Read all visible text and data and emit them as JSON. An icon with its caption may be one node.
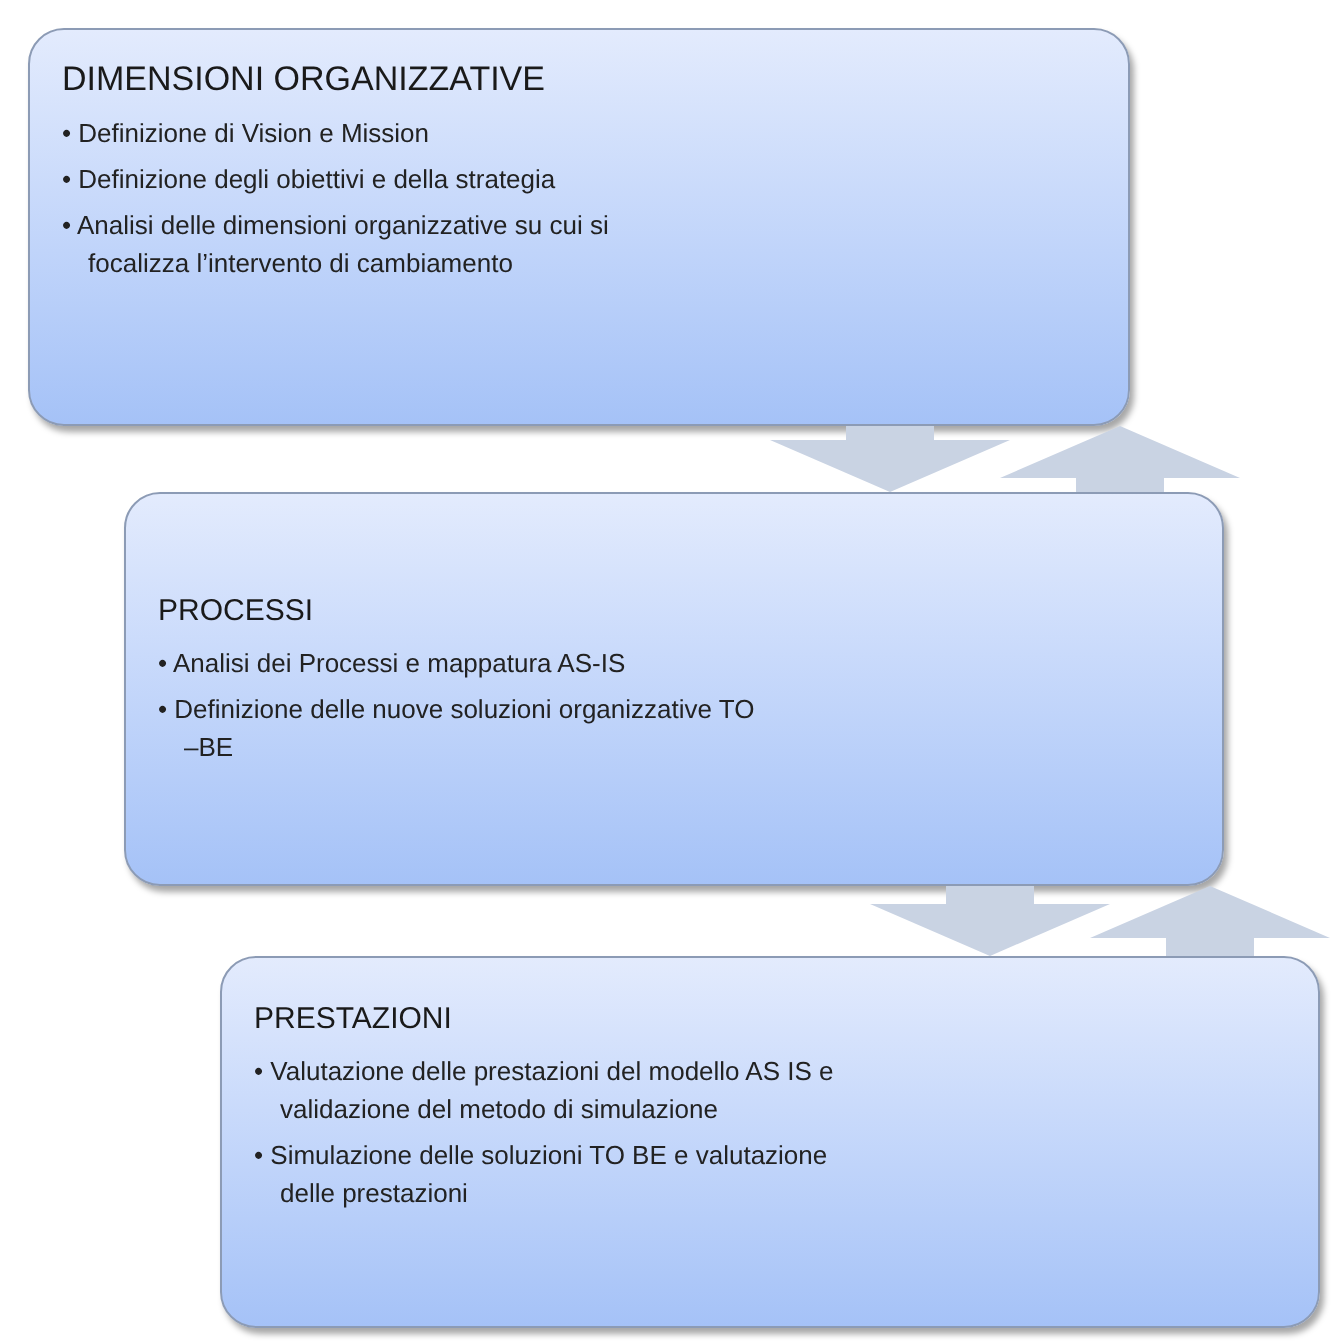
{
  "diagram": {
    "nodes": [
      {
        "text": [
          "DIMENSIONI ORGANIZZATIVE",
          "• Definizione di Vision e Mission",
          "• Definizione degli obiettivi e della strategia",
          "• Analisi delle dimensioni organizzative su cui si focalizza l’intervento di cambiamento"
        ]
      },
      {
        "text": [
          "PROCESSI",
          "• Analisi dei Processi e mappatura AS-IS",
          "• Definizione delle nuove soluzioni organizzative TO –BE"
        ]
      },
      {
        "text": [
          "PRESTAZIONI",
          "• Valutazione delle prestazioni del modello AS IS e validazione del metodo di simulazione",
          "• Simulazione delle soluzioni TO BE e valutazione delle prestazioni"
        ]
      }
    ],
    "edges": [
      {
        "from": 0,
        "to": 1,
        "arrow": "to"
      },
      {
        "from": 1,
        "to": 0,
        "arrow": "to"
      },
      {
        "from": 1,
        "to": 2,
        "arrow": "to"
      },
      {
        "from": 2,
        "to": 1,
        "arrow": "to"
      }
    ]
  }
}
